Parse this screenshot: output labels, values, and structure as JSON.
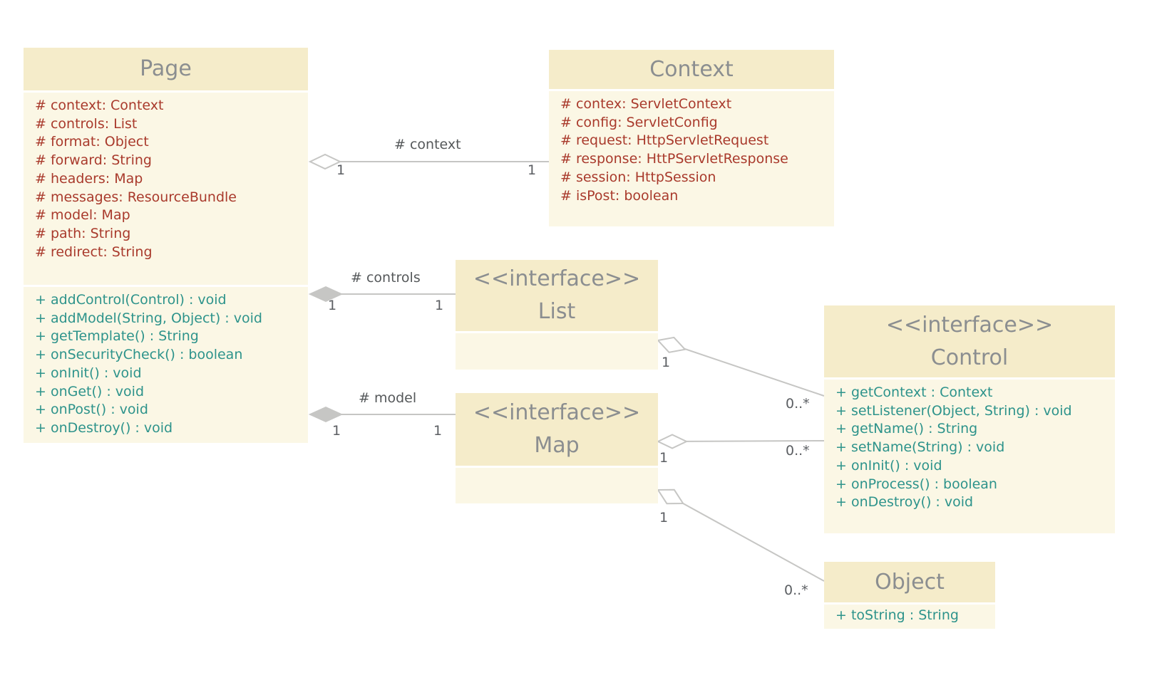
{
  "diagram": {
    "kind": "uml-class-diagram",
    "classes": {
      "page": {
        "title": "Page",
        "attributes": [
          "# context: Context",
          "# controls: List",
          "# format: Object",
          "# forward: String",
          "# headers: Map",
          "# messages: ResourceBundle",
          "# model: Map",
          "# path: String",
          "# redirect: String"
        ],
        "methods": [
          "+ addControl(Control) : void",
          "+ addModel(String, Object) : void",
          "+ getTemplate() : String",
          "+ onSecurityCheck() : boolean",
          "+ onInit() : void",
          "+ onGet() : void",
          "+ onPost() : void",
          "+ onDestroy() : void"
        ]
      },
      "context": {
        "title": "Context",
        "attributes": [
          "# contex: ServletContext",
          "# config: ServletConfig",
          "# request: HttpServletRequest",
          "# response: HttPServletResponse",
          "# session: HttpSession",
          "# isPost: boolean"
        ]
      },
      "list": {
        "stereotype": "<<interface>>",
        "title": "List"
      },
      "map": {
        "stereotype": "<<interface>>",
        "title": "Map"
      },
      "control": {
        "stereotype": "<<interface>>",
        "title": "Control",
        "methods": [
          "+ getContext : Context",
          "+ setListener(Object, String) : void",
          "+ getName() : String",
          "+ setName(String) : void",
          "+ onInit() : void",
          "+ onProcess() : boolean",
          "+ onDestroy() : void"
        ]
      },
      "object": {
        "title": "Object",
        "methods": [
          "+ toString : String"
        ]
      }
    },
    "associations": {
      "page_context": {
        "label": "# context",
        "source": "Page",
        "target": "Context",
        "source_mult": "1",
        "target_mult": "1",
        "type": "aggregation"
      },
      "page_controls": {
        "label": "# controls",
        "source": "Page",
        "target": "List",
        "source_mult": "1",
        "target_mult": "1",
        "type": "composition"
      },
      "page_model": {
        "label": "# model",
        "source": "Page",
        "target": "Map",
        "source_mult": "1",
        "target_mult": "1",
        "type": "composition"
      },
      "list_control": {
        "source": "List",
        "target": "Control",
        "source_mult": "1",
        "target_mult": "0..*",
        "type": "aggregation"
      },
      "map_control": {
        "source": "Map",
        "target": "Control",
        "source_mult": "1",
        "target_mult": "0..*",
        "type": "aggregation"
      },
      "map_object": {
        "source": "Map",
        "target": "Object",
        "source_mult": "1",
        "target_mult": "0..*",
        "type": "aggregation"
      }
    },
    "colors": {
      "header_fill": "#f5ecca",
      "body_fill": "#fbf7e5",
      "title_text": "#8b8e90",
      "attribute_text": "#a93a2c",
      "method_text": "#2d938b",
      "line": "#c6c6c4",
      "label_text": "#55585a"
    }
  }
}
